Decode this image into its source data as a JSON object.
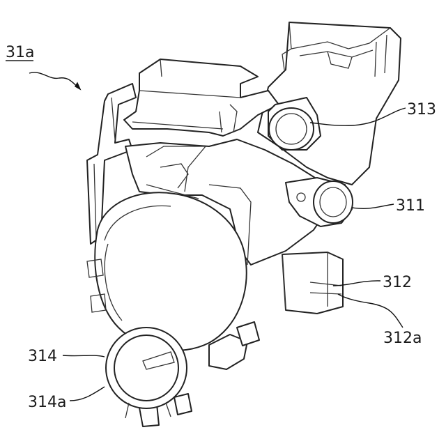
{
  "figure": {
    "labels": {
      "assembly": "31a",
      "l313": "313",
      "l311": "311",
      "l312": "312",
      "l312a": "312a",
      "l314": "314",
      "l314a": "314a"
    }
  }
}
